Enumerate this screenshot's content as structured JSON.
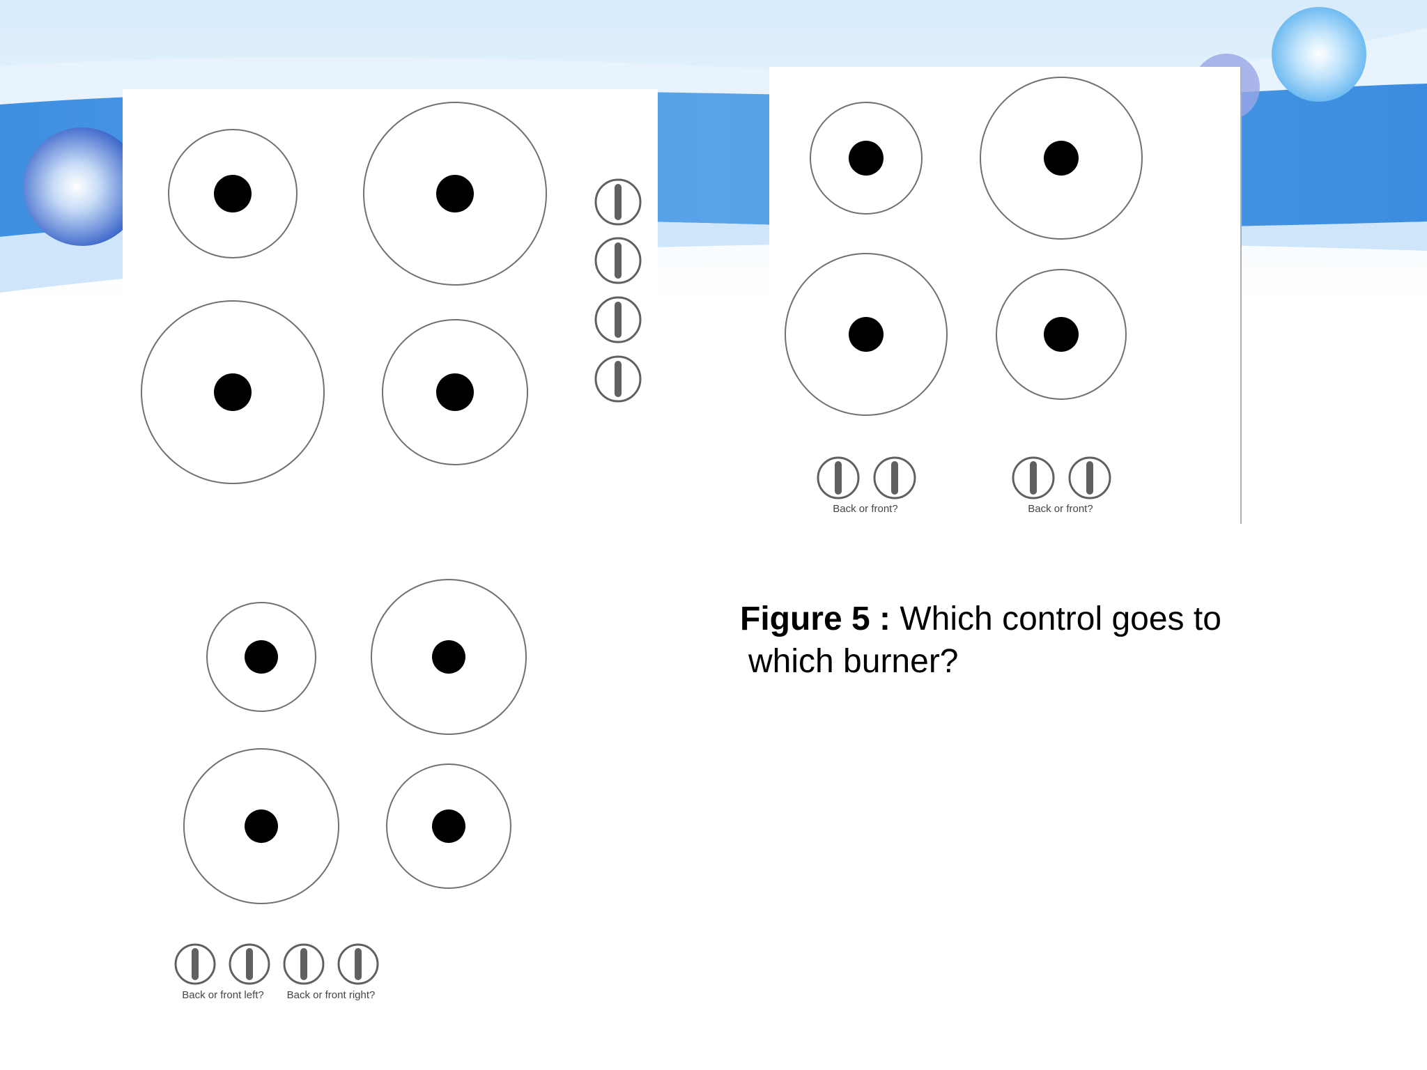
{
  "figure": {
    "label": "Figure 5 :",
    "caption_line1": " Which control goes to",
    "caption_line2": "which burner?"
  },
  "panel_b": {
    "left_controls_label": "Back or front?",
    "right_controls_label": "Back or front?"
  },
  "panel_c": {
    "left_controls_label": "Back or front left?",
    "right_controls_label": "Back or front right?"
  },
  "colors": {
    "banner_blue": "#3b8fe0",
    "banner_light": "#cfe6fa",
    "burner_stroke": "#707070",
    "burner_center": "#000000"
  }
}
